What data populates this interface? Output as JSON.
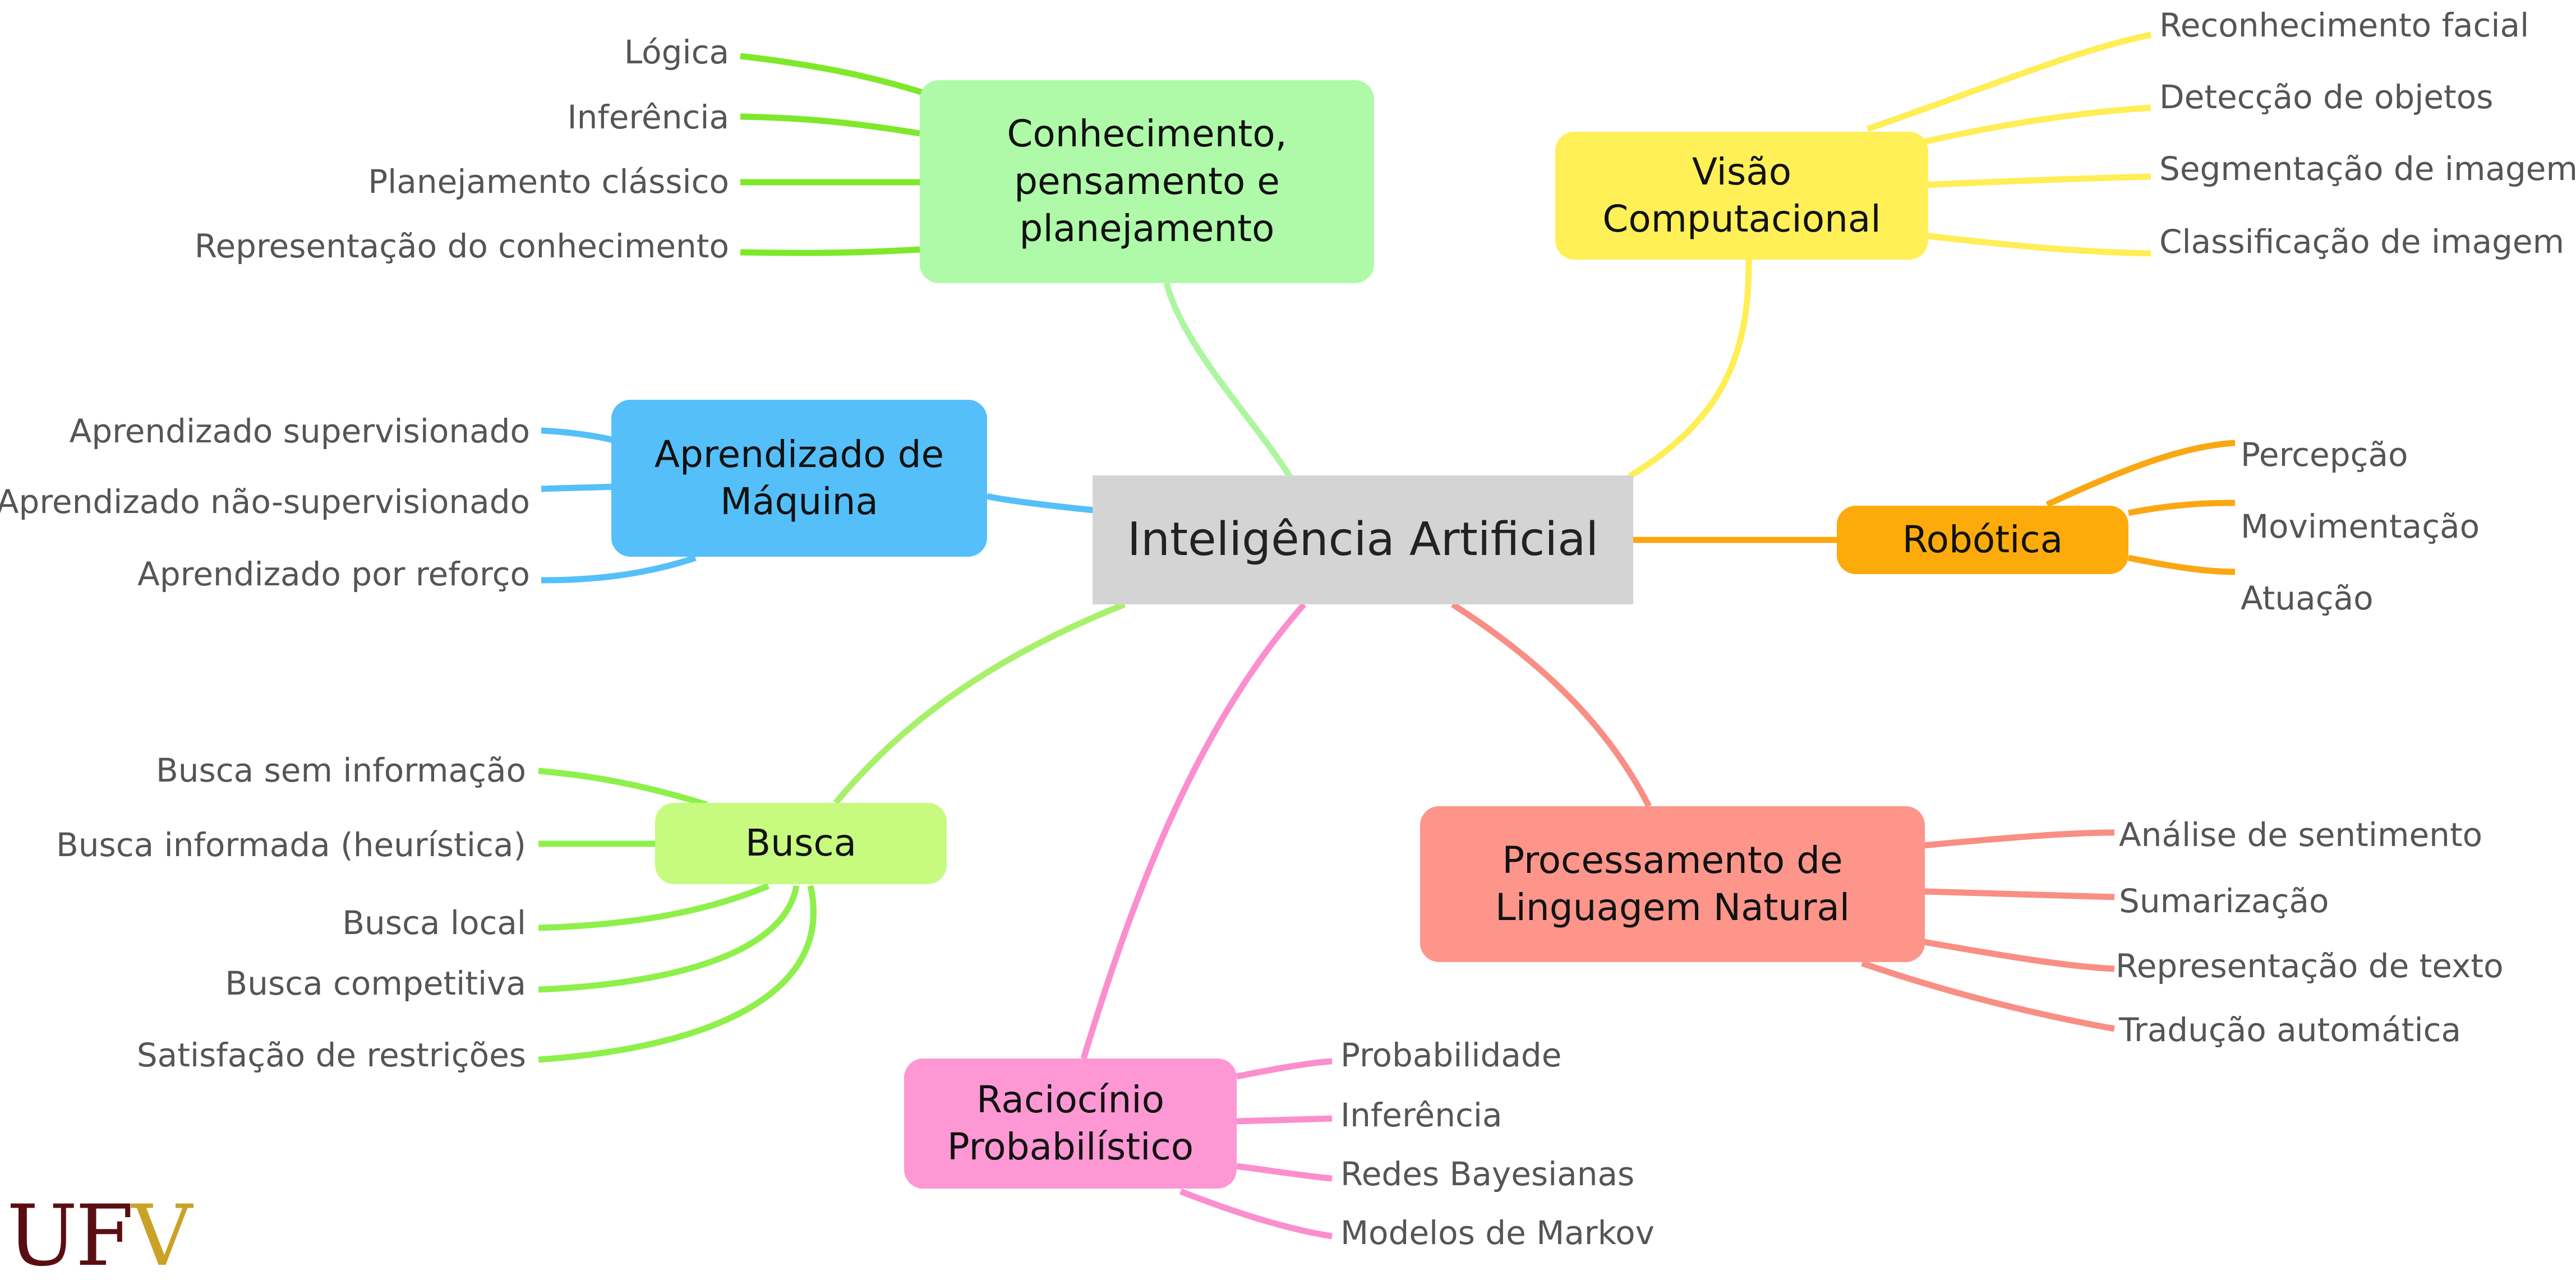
{
  "central": {
    "label": "Inteligência Artificial",
    "color": "#d4d4d4"
  },
  "branches": {
    "conhecimento": {
      "label": "Conhecimento,\npensamento e\nplanejamento",
      "color": "#aefaa8",
      "line": "#7ee82a",
      "leaves": [
        "Lógica",
        "Inferência",
        "Planejamento clássico",
        "Representação do conhecimento"
      ]
    },
    "visao": {
      "label": "Visão\nComputacional",
      "color": "#fff057",
      "line": "#ffee55",
      "leaves": [
        "Reconhecimento facial",
        "Detecção de objetos",
        "Segmentação de imagem",
        "Classificação de imagem"
      ]
    },
    "aprendizado": {
      "label": "Aprendizado de\nMáquina",
      "color": "#55bff9",
      "line": "#55bff9",
      "leaves": [
        "Aprendizado supervisionado",
        "Aprendizado não-supervisionado",
        "Aprendizado por reforço"
      ]
    },
    "robotica": {
      "label": "Robótica",
      "color": "#fcab0a",
      "line": "#f9a813",
      "leaves": [
        "Percepção",
        "Movimentação",
        "Atuação"
      ]
    },
    "busca": {
      "label": "Busca",
      "color": "#c6fb7f",
      "line": "#8ef04a",
      "leaves": [
        "Busca sem informação",
        "Busca informada (heurística)",
        "Busca local",
        "Busca competitiva",
        "Satisfação de restrições"
      ]
    },
    "pln": {
      "label": "Processamento de\nLinguagem Natural",
      "color": "#fd958a",
      "line": "#f98e84",
      "leaves": [
        "Análise de sentimento",
        "Sumarização",
        "Representação de texto",
        "Tradução automática"
      ]
    },
    "raciocinio": {
      "label": "Raciocínio\nProbabilístico",
      "color": "#fe98d4",
      "line": "#fb8ece",
      "leaves": [
        "Probabilidade",
        "Inferência",
        "Redes Bayesianas",
        "Modelos de Markov"
      ]
    }
  },
  "logo": {
    "letters": [
      "U",
      "F",
      "V"
    ],
    "colors": [
      "#5a0e12",
      "#5a0e12",
      "#c9a227"
    ]
  }
}
